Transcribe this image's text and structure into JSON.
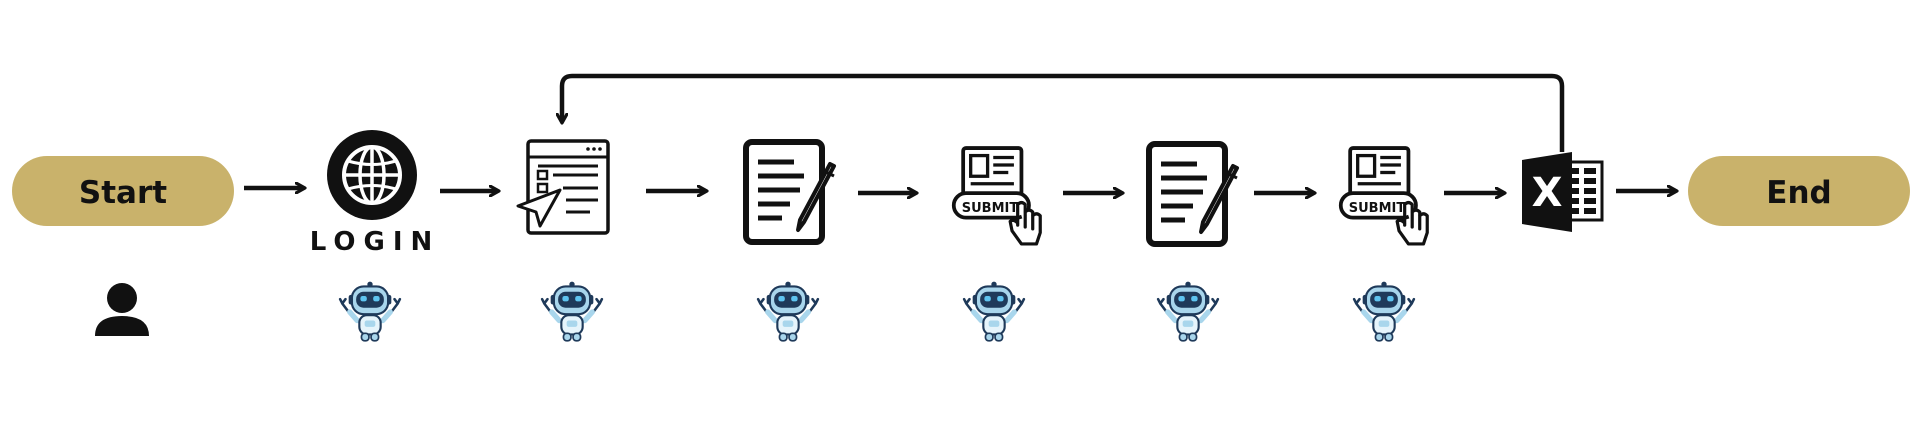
{
  "diagram": {
    "start_label": "Start",
    "end_label": "End",
    "login_label": "LOGIN",
    "submit_label": "SUBMIT",
    "excel_label": "X",
    "pill_color": "#c9b26b",
    "line_color": "#111111",
    "robot_colors": {
      "head": "#a9d6ec",
      "visor": "#1f3a5a",
      "eyes": "#5fc4f0",
      "body": "#e6f4fb"
    },
    "steps": [
      {
        "icon": "globe-login-icon",
        "actor": "robot-icon"
      },
      {
        "icon": "web-form-pointer-icon",
        "actor": "robot-icon"
      },
      {
        "icon": "document-edit-icon",
        "actor": "robot-icon"
      },
      {
        "icon": "submit-button-icon",
        "actor": "robot-icon"
      },
      {
        "icon": "document-edit-icon",
        "actor": "robot-icon"
      },
      {
        "icon": "submit-button-icon",
        "actor": "robot-icon"
      },
      {
        "icon": "excel-icon",
        "actor": ""
      }
    ],
    "start_actor": "user-icon"
  }
}
